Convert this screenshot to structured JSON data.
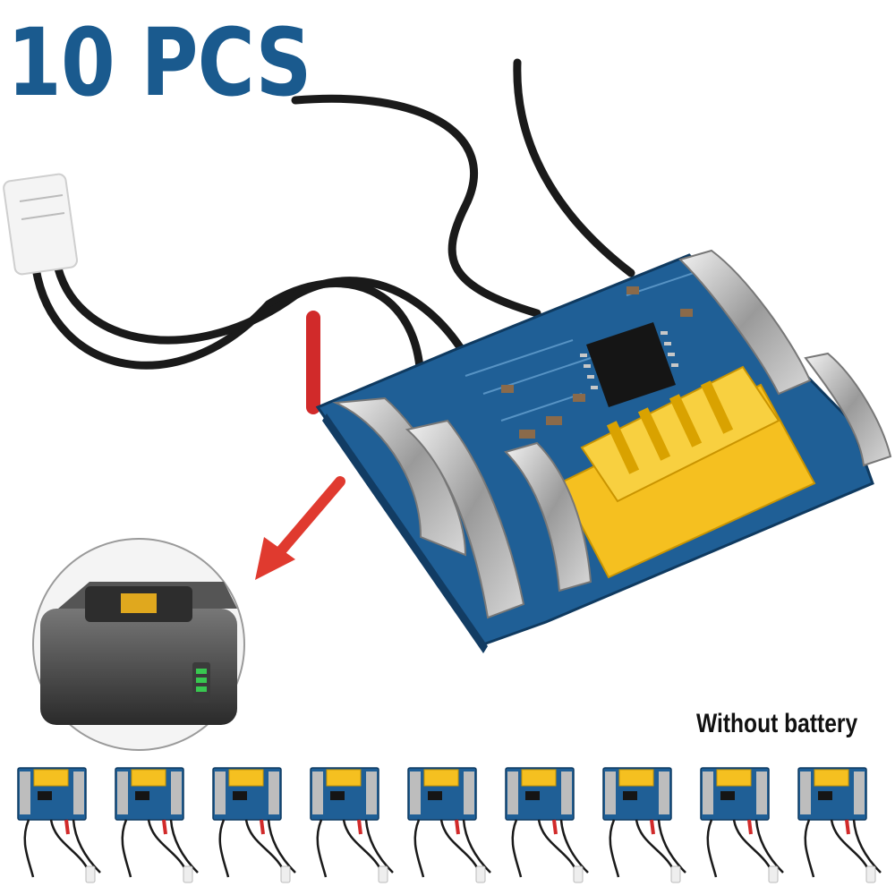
{
  "headline": "10 PCS",
  "note": "Without battery",
  "colors": {
    "headline": "#1a5a8e",
    "pcb": "#1f5f96",
    "connector": "#f5c020",
    "arrow": "#e03a2f",
    "battery": "#3a3a3a"
  },
  "thumbnails": {
    "count": 9,
    "item_name": "pcb-board-thumbnail"
  },
  "icons": [
    "pcb-board-icon",
    "red-arrow-icon",
    "battery-pack-icon",
    "thermistor-icon"
  ]
}
